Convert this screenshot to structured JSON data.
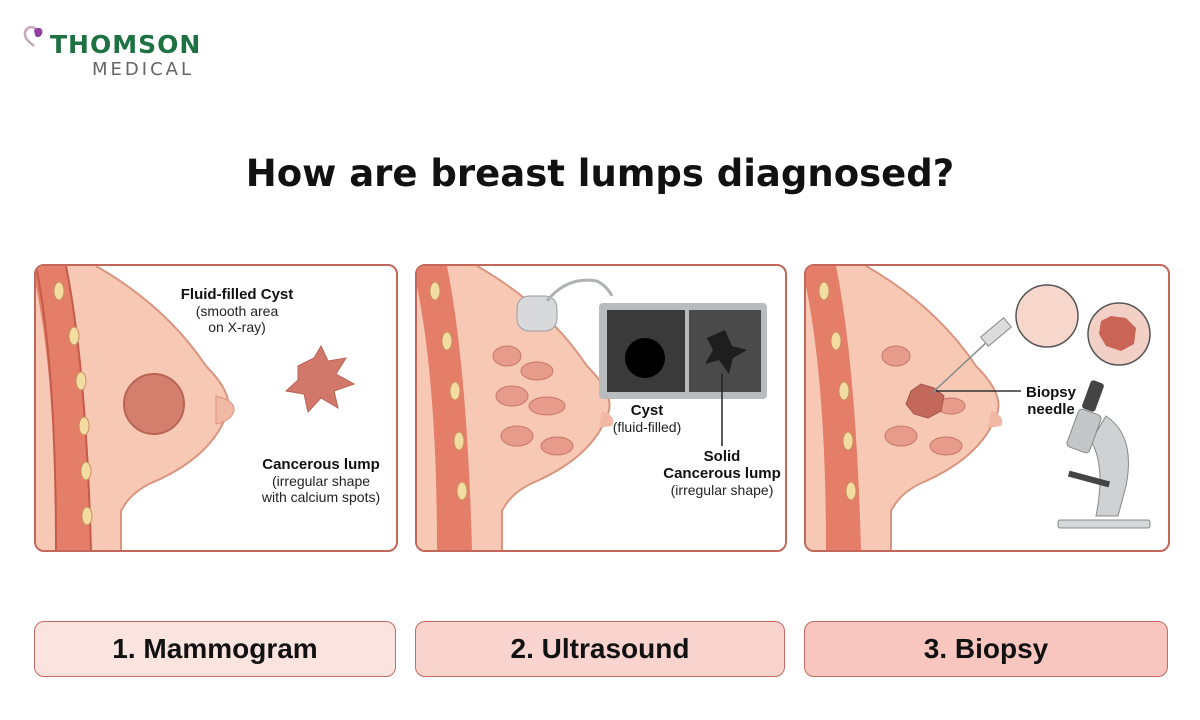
{
  "logo": {
    "name_top": "THOMSON",
    "name_bottom": "MEDICAL",
    "brand_color": "#1e7242",
    "mark_color": "#8e3fa0"
  },
  "title": "How are breast lumps diagnosed?",
  "panels": [
    {
      "labels": {
        "cyst_title": "Fluid-filled Cyst",
        "cyst_desc1": "(smooth area",
        "cyst_desc2": "on X-ray)",
        "lump_title": "Cancerous lump",
        "lump_desc1": "(irregular shape",
        "lump_desc2": "with calcium spots)"
      }
    },
    {
      "labels": {
        "cyst_title": "Cyst",
        "cyst_desc": "(fluid-filled)",
        "solid_title1": "Solid",
        "solid_title2": "Cancerous lump",
        "solid_desc": "(irregular shape)"
      }
    },
    {
      "labels": {
        "needle_title1": "Biopsy",
        "needle_title2": "needle"
      }
    }
  ],
  "steps": [
    {
      "label": "1. Mammogram",
      "bg": "#fbe4e0"
    },
    {
      "label": "2. Ultrasound",
      "bg": "#f9d3cd"
    },
    {
      "label": "3. Biopsy",
      "bg": "#f8c6bf"
    }
  ]
}
